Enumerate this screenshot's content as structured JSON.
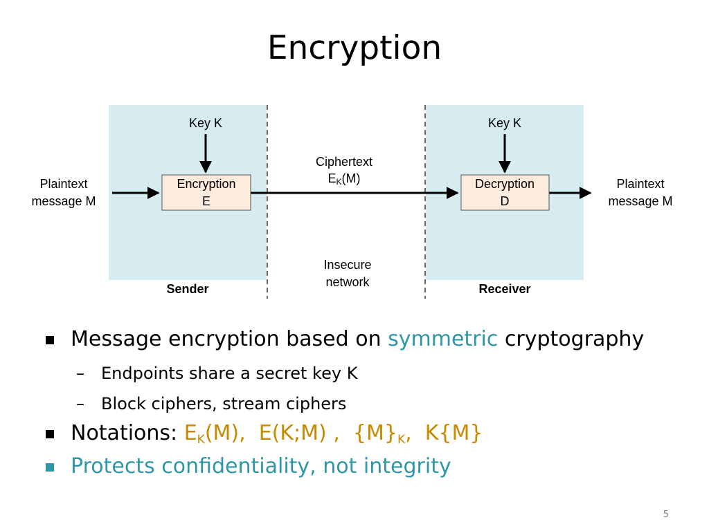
{
  "slide": {
    "title": "Encryption",
    "page_number": "5"
  },
  "diagram": {
    "sender": {
      "key_label": "Key K",
      "box_line1": "Encryption",
      "box_line2": "E",
      "zone_label": "Sender",
      "input_line1": "Plaintext",
      "input_line2": "message M"
    },
    "network": {
      "ciphertext_line1": "Ciphertext",
      "ciphertext_E": "E",
      "ciphertext_sub": "K",
      "ciphertext_arg": "(M)",
      "insecure_line1": "Insecure",
      "insecure_line2": "network"
    },
    "receiver": {
      "key_label": "Key K",
      "box_line1": "Decryption",
      "box_line2": "D",
      "zone_label": "Receiver",
      "output_line1": "Plaintext",
      "output_line2": "message M"
    },
    "colors": {
      "zone_fill": "#D6ECF0",
      "box_fill": "#FDEBDD"
    }
  },
  "bullets": {
    "b1_prefix": "Message encryption based on ",
    "b1_highlight": "symmetric",
    "b1_suffix": " cryptography",
    "b1_sub1": "Endpoints share a secret key K",
    "b1_sub2": "Block ciphers, stream ciphers",
    "b2_prefix": "Notations: ",
    "b2_n1_E": "E",
    "b2_n1_sub": "K",
    "b2_n1_arg": "(M),",
    "b2_n2": "E(K;M) ,",
    "b2_n3_main": "{M}",
    "b2_n3_sub": "K",
    "b2_n3_tail": ",",
    "b2_n4": "K{M}",
    "b3": "Protects confidentiality, not integrity",
    "dash": "–"
  }
}
